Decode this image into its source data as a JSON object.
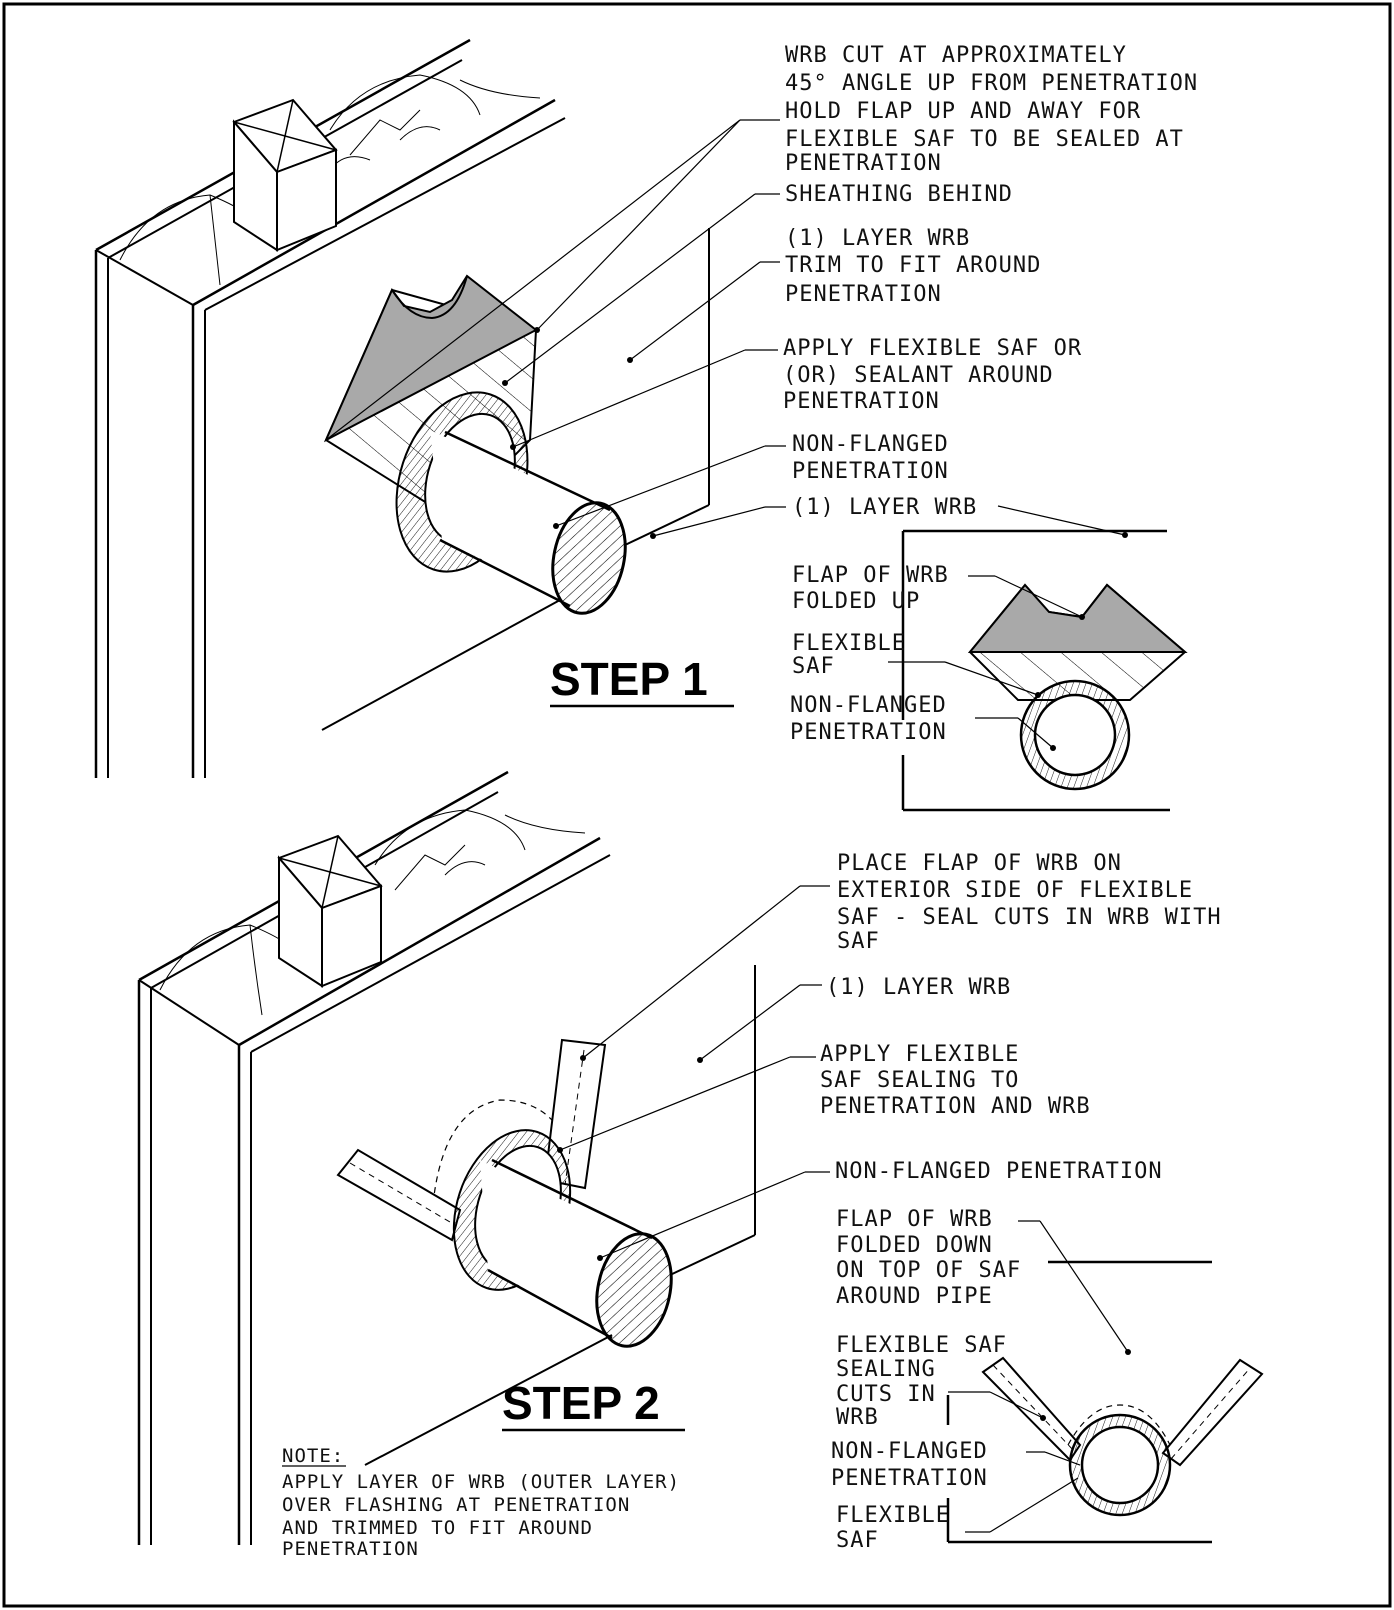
{
  "step1": {
    "title": "STEP 1",
    "callouts": {
      "wrb_cut": [
        "WRB CUT AT APPROXIMATELY",
        "45° ANGLE UP FROM PENETRATION",
        "HOLD FLAP UP AND AWAY FOR",
        "FLEXIBLE SAF TO BE SEALED AT",
        "PENETRATION"
      ],
      "sheathing": [
        "SHEATHING BEHIND"
      ],
      "layer_wrb_trim": [
        "(1) LAYER WRB",
        "TRIM TO FIT AROUND",
        "PENETRATION"
      ],
      "apply_saf": [
        "APPLY FLEXIBLE SAF OR",
        "(OR) SEALANT AROUND",
        "PENETRATION"
      ],
      "non_flanged": [
        "NON-FLANGED",
        "PENETRATION"
      ],
      "layer_wrb": [
        "(1) LAYER WRB"
      ]
    },
    "section": {
      "flap": [
        "FLAP OF WRB",
        "FOLDED UP"
      ],
      "flex_saf": [
        "FLEXIBLE",
        "SAF"
      ],
      "non_flanged": [
        "NON-FLANGED",
        "PENETRATION"
      ]
    }
  },
  "step2": {
    "title": "STEP 2",
    "callouts": {
      "place_flap": [
        "PLACE FLAP OF WRB ON",
        "EXTERIOR SIDE OF FLEXIBLE",
        "SAF - SEAL CUTS IN WRB WITH",
        "SAF"
      ],
      "layer_wrb": [
        "(1) LAYER WRB"
      ],
      "apply_saf": [
        "APPLY FLEXIBLE",
        "SAF SEALING TO",
        "PENETRATION AND WRB"
      ],
      "non_flanged": [
        "NON-FLANGED PENETRATION"
      ]
    },
    "section": {
      "flap": [
        "FLAP OF WRB",
        "FOLDED DOWN",
        "ON TOP OF SAF",
        "AROUND PIPE"
      ],
      "saf_sealing": [
        "FLEXIBLE SAF",
        "SEALING",
        "CUTS IN",
        "WRB"
      ],
      "non_flanged": [
        "NON-FLANGED",
        "PENETRATION"
      ],
      "flex_saf": [
        "FLEXIBLE",
        "SAF"
      ]
    },
    "note": {
      "heading": "NOTE:",
      "lines": [
        "APPLY LAYER OF WRB (OUTER LAYER)",
        "OVER FLASHING AT PENETRATION",
        "AND TRIMMED TO FIT AROUND",
        "PENETRATION"
      ]
    }
  },
  "colors": {
    "ink": "#000000",
    "flap_fill": "#a9a9a9",
    "paper": "#ffffff"
  }
}
